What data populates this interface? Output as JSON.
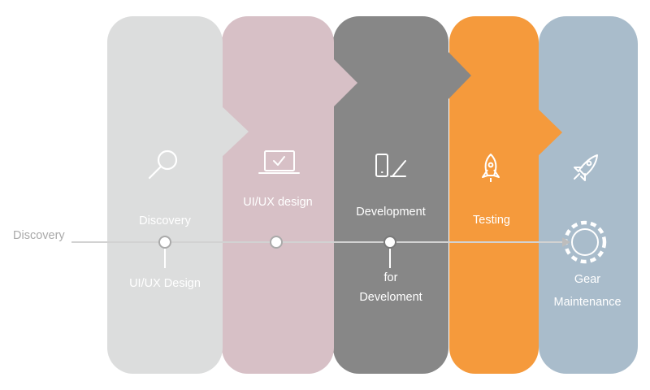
{
  "colors": {
    "background": "#ffffff",
    "stage_discovery": "#dcdddd",
    "stage_uiux": "#d7c0c6",
    "stage_development": "#878787",
    "stage_testing": "#f59a3c",
    "stage_maintenance": "#a9bccb",
    "line": "#d2d2d2",
    "node_stroke": "#aaaaaa",
    "outside_text": "#a9a9a9"
  },
  "stages": [
    {
      "icon": "magnifier-icon",
      "top_label": "Discovery",
      "bottom_label": "UI/UX Design"
    },
    {
      "icon": "laptop-check-icon",
      "top_label": "UI/UX design",
      "bottom_label": ""
    },
    {
      "icon": "mobile-edit-icon",
      "top_label": "Development",
      "bottom_label_line1": "for",
      "bottom_label_line2": "Develoment"
    },
    {
      "icon": "rocket-icon",
      "top_label": "Testing",
      "bottom_label": ""
    },
    {
      "icon": "rocket-tilted-icon",
      "secondary_icon": "gear-icon",
      "bottom_label_line1": "Gear",
      "bottom_label_line2": "Maintenance"
    }
  ],
  "timeline": {
    "start_label": "Discovery"
  }
}
